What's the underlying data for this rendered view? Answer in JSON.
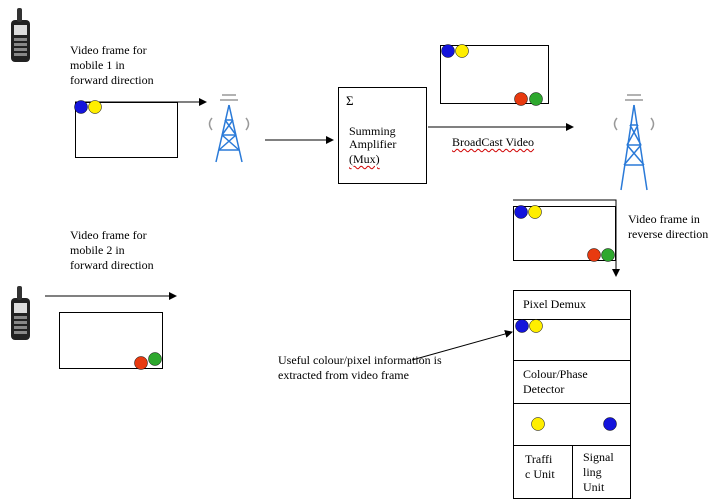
{
  "labels": {
    "mobile1_caption": "Video frame for\nmobile 1 in\nforward direction",
    "mobile2_caption": "Video frame for\nmobile 2 in\nforward direction",
    "sigma": "Σ",
    "summing_line1": "Summing",
    "summing_line2": "Amplifier",
    "summing_line3": "(Mux)",
    "broadcast": "BroadCast Video",
    "reverse_caption": "Video frame in\nreverse direction",
    "useful_info": "Useful colour/pixel information is\nextracted from video frame",
    "pixel_demux": "Pixel Demux",
    "colour_phase": "Colour/Phase\nDetector",
    "traffic_unit": "Traffi\nc Unit",
    "signalling_unit": "Signal\nling\nUnit"
  },
  "colors": {
    "blue": "#1414dc",
    "yellow": "#ffee00",
    "red": "#e83a10",
    "green": "#2ea82e",
    "tower": "#2a7ad8"
  }
}
